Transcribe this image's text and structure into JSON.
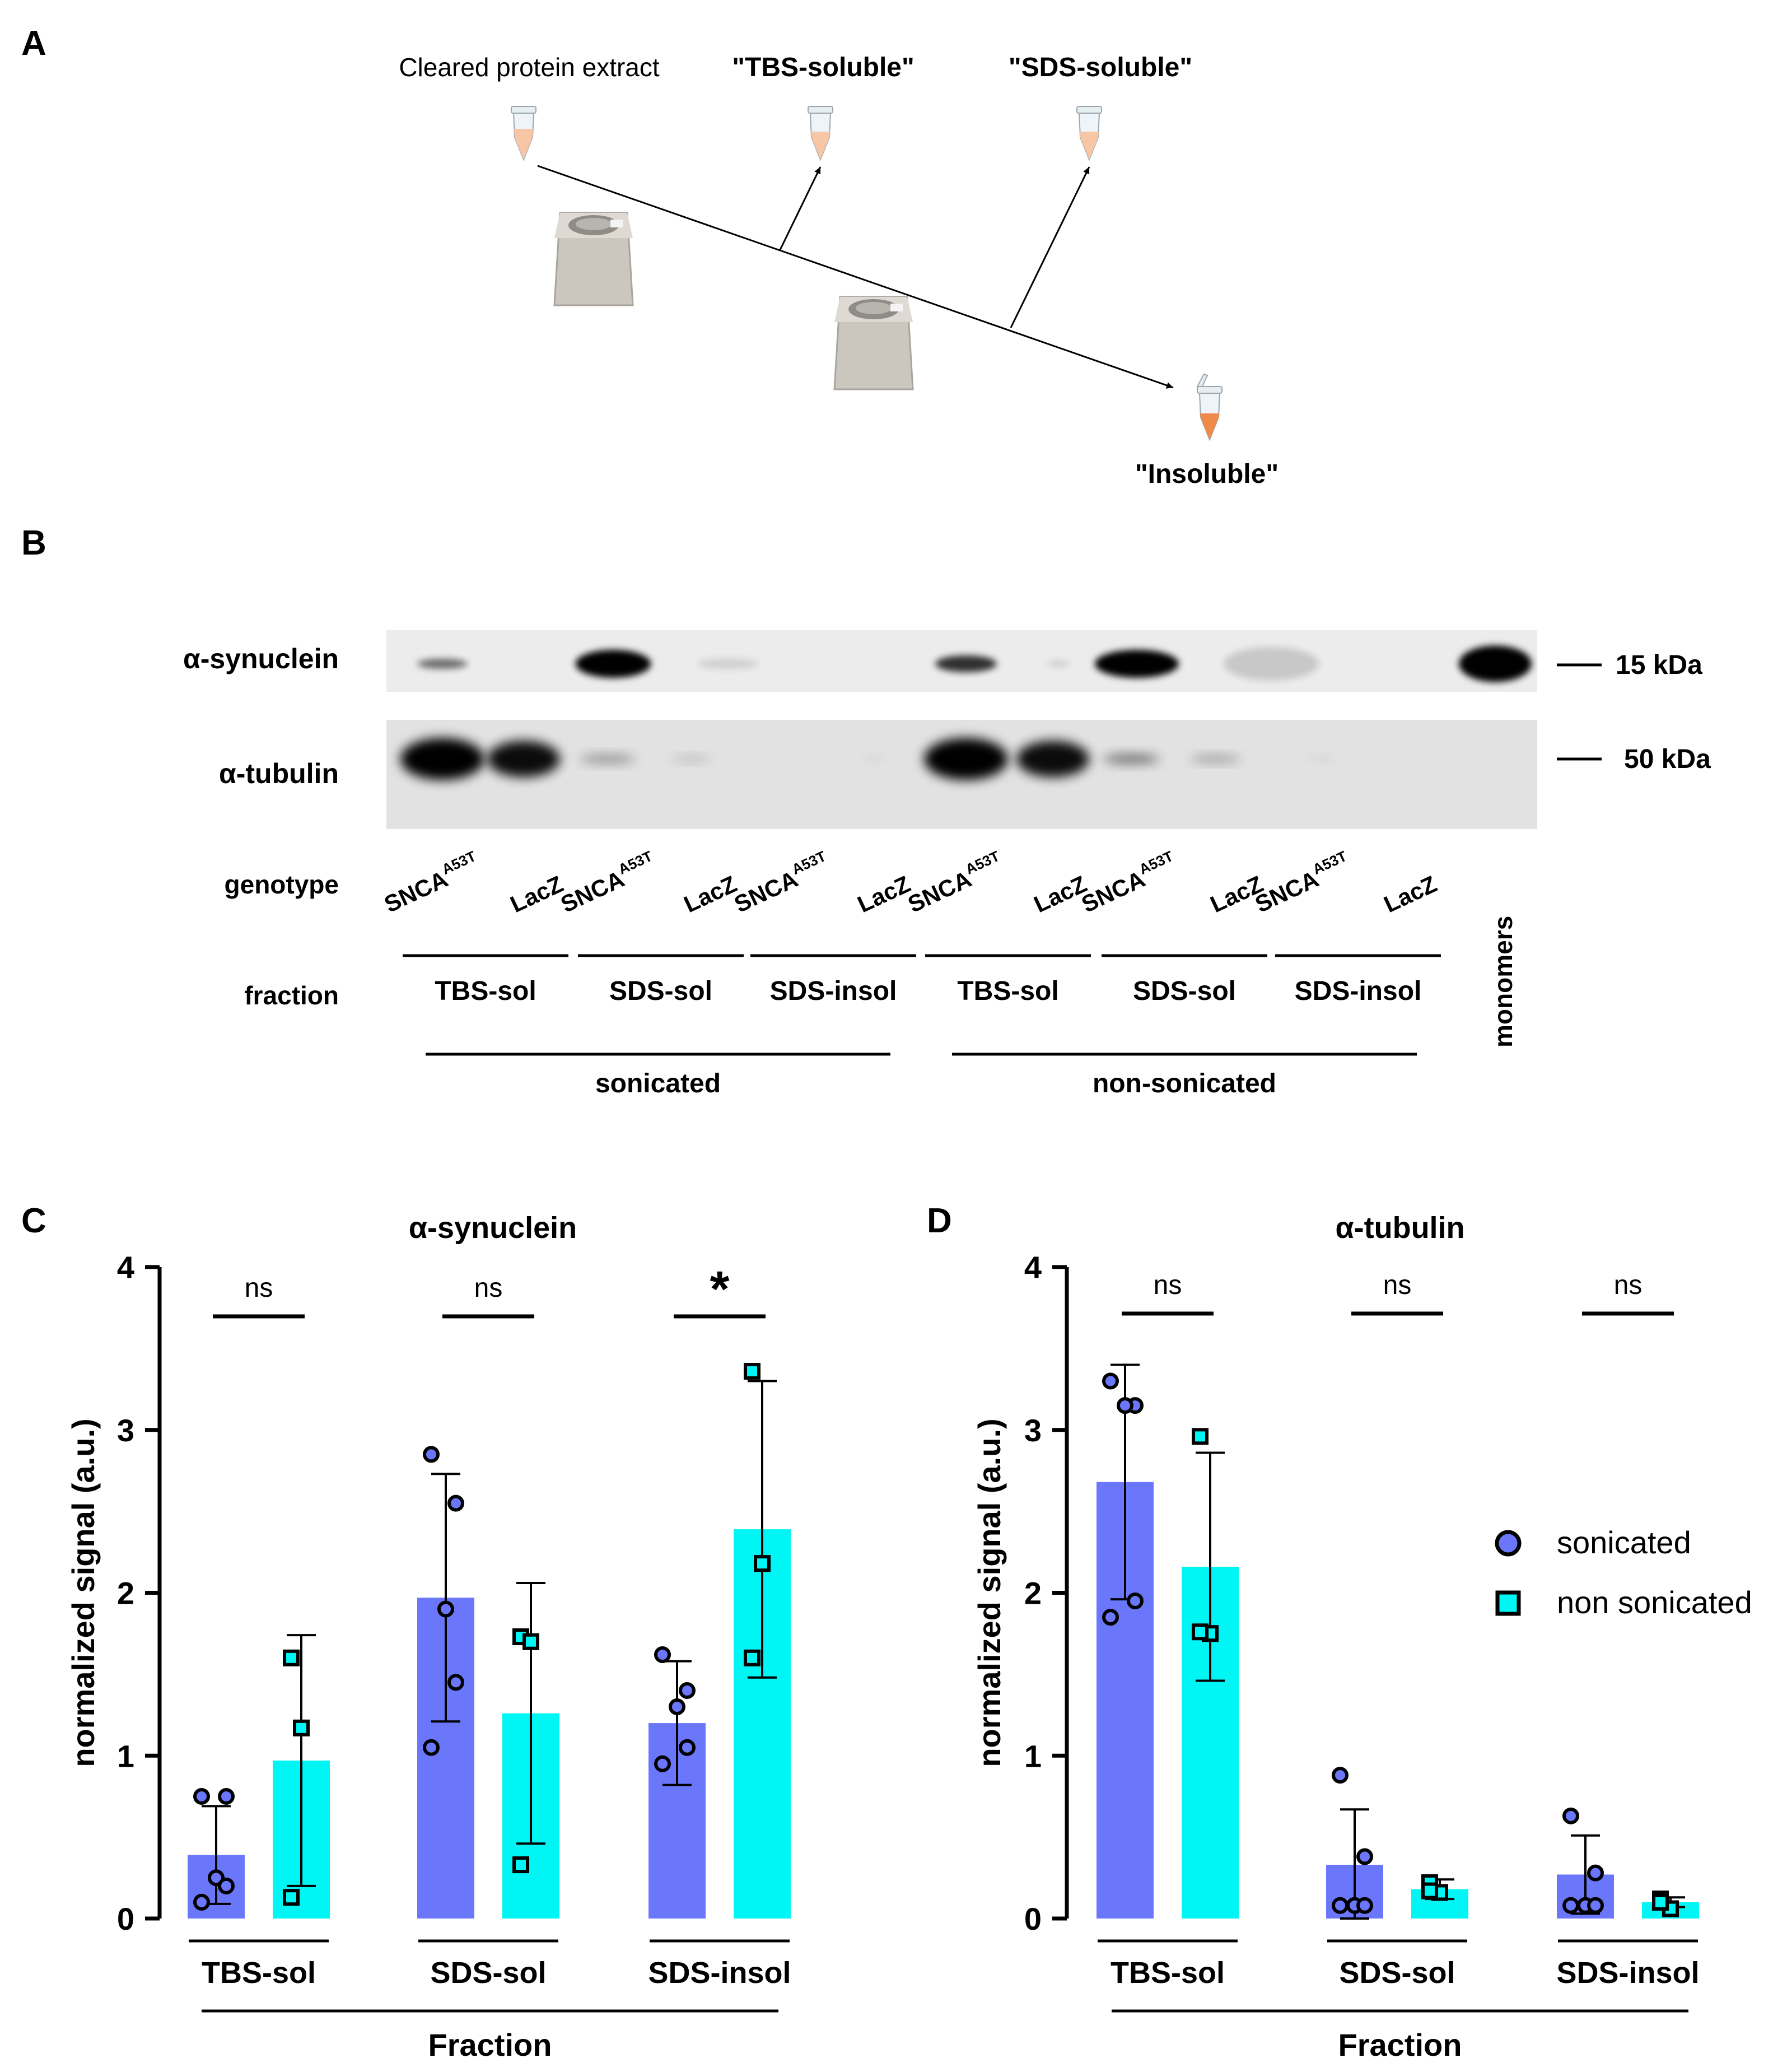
{
  "panels": {
    "A": "A",
    "B": "B",
    "C": "C",
    "D": "D"
  },
  "panel_a": {
    "labels": {
      "extract": "Cleared protein extract",
      "tbs": "\"TBS-soluble\"",
      "sds": "\"SDS-soluble\"",
      "insoluble": "\"Insoluble\""
    },
    "colors": {
      "tube_light": "#f6c6a6",
      "tube_dark": "#f08a4b",
      "centrifuge": "#c9c5bd"
    }
  },
  "panel_b": {
    "row_labels": {
      "syn": "α-synuclein",
      "tub": "α-tubulin"
    },
    "markers": {
      "m15": "15 kDa",
      "m50": "50 kDa"
    },
    "genotype_label": "genotype",
    "fraction_label": "fraction",
    "genotypes": [
      {
        "base": "SNCA",
        "sup": "A53T"
      },
      {
        "base": "LacZ",
        "sup": ""
      },
      {
        "base": "SNCA",
        "sup": "A53T"
      },
      {
        "base": "LacZ",
        "sup": ""
      },
      {
        "base": "SNCA",
        "sup": "A53T"
      },
      {
        "base": "LacZ",
        "sup": ""
      },
      {
        "base": "SNCA",
        "sup": "A53T"
      },
      {
        "base": "LacZ",
        "sup": ""
      },
      {
        "base": "SNCA",
        "sup": "A53T"
      },
      {
        "base": "LacZ",
        "sup": ""
      },
      {
        "base": "SNCA",
        "sup": "A53T"
      },
      {
        "base": "LacZ",
        "sup": ""
      }
    ],
    "fractions": [
      "TBS-sol",
      "SDS-sol",
      "SDS-insol",
      "TBS-sol",
      "SDS-sol",
      "SDS-insol"
    ],
    "conditions": [
      "sonicated",
      "non-sonicated"
    ],
    "monomers": "monomers"
  },
  "chart_data": [
    {
      "type": "bar",
      "title": "α-synuclein",
      "ylabel": "normalized signal (a.u.)",
      "xlabel": "Fraction",
      "ylim": [
        0,
        4
      ],
      "yticks": [
        0,
        1,
        2,
        3,
        4
      ],
      "categories": [
        "TBS-sol",
        "SDS-sol",
        "SDS-insol"
      ],
      "series": [
        {
          "name": "sonicated",
          "color": "#6b77fb",
          "marker": "circle",
          "values": [
            0.39,
            1.97,
            1.2
          ],
          "sd": [
            0.3,
            0.76,
            0.38
          ],
          "points": [
            [
              0.75,
              0.75,
              0.25,
              0.2,
              0.1
            ],
            [
              2.85,
              2.55,
              1.9,
              1.45,
              1.05
            ],
            [
              1.62,
              1.4,
              1.3,
              1.05,
              0.95
            ]
          ]
        },
        {
          "name": "non sonicated",
          "color": "#00f5f5",
          "marker": "square",
          "values": [
            0.97,
            1.26,
            2.39
          ],
          "sd": [
            0.77,
            0.8,
            0.91
          ],
          "points": [
            [
              1.6,
              1.17,
              0.13
            ],
            [
              1.73,
              1.7,
              0.33
            ],
            [
              3.36,
              2.18,
              1.6
            ]
          ]
        }
      ],
      "significance": [
        "ns",
        "ns",
        "*"
      ]
    },
    {
      "type": "bar",
      "title": "α-tubulin",
      "ylabel": "normalized signal (a.u.)",
      "xlabel": "Fraction",
      "ylim": [
        0,
        4
      ],
      "yticks": [
        0,
        1,
        2,
        3,
        4
      ],
      "categories": [
        "TBS-sol",
        "SDS-sol",
        "SDS-insol"
      ],
      "series": [
        {
          "name": "sonicated",
          "color": "#6b77fb",
          "marker": "circle",
          "values": [
            2.68,
            0.33,
            0.27
          ],
          "sd": [
            0.72,
            0.34,
            0.24
          ],
          "points": [
            [
              3.3,
              3.15,
              3.15,
              1.95,
              1.85
            ],
            [
              0.88,
              0.38,
              0.08,
              0.08,
              0.08
            ],
            [
              0.63,
              0.28,
              0.08,
              0.08,
              0.08
            ]
          ]
        },
        {
          "name": "non sonicated",
          "color": "#00f5f5",
          "marker": "square",
          "values": [
            2.16,
            0.18,
            0.1
          ],
          "sd": [
            0.7,
            0.06,
            0.03
          ],
          "points": [
            [
              2.96,
              1.75,
              1.76
            ],
            [
              0.22,
              0.16,
              0.17
            ],
            [
              0.12,
              0.06,
              0.1
            ]
          ]
        }
      ],
      "significance": [
        "ns",
        "ns",
        "ns"
      ]
    }
  ],
  "legend": {
    "sonicated": "sonicated",
    "non_sonicated": "non sonicated"
  }
}
